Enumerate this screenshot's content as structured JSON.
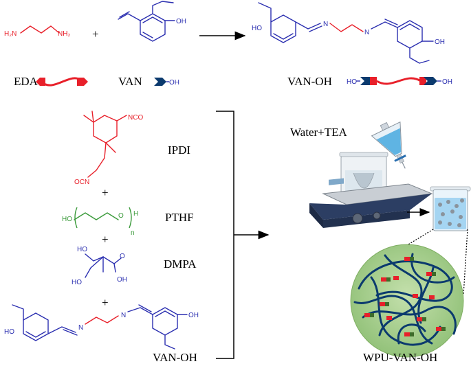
{
  "colors": {
    "red": "#e8202a",
    "blue": "#2b2fb0",
    "green": "#3a9a3a",
    "navy": "#0b3a6e",
    "gel": "#a8d08d",
    "black": "#000000"
  },
  "top": {
    "eda_amine_left": "H₂N",
    "eda_amine_right": "NH₂",
    "plus": "+",
    "van_oh": "OH",
    "product_oh_left": "HO",
    "product_oh_right": "OH",
    "imine_n1": "N",
    "imine_n2": "N",
    "eda_label": "EDA",
    "van_label": "VAN",
    "van_icon_oh": "OH",
    "product_label": "VAN-OH",
    "product_icon_ho": "HO",
    "product_icon_oh": "OH"
  },
  "left": {
    "ipdi_nco_top": "NCO",
    "ipdi_nco_bottom": "OCN",
    "ipdi_label": "IPDI",
    "plus_1": "+",
    "pthf_ho": "HO",
    "pthf_o": "O",
    "pthf_h": "H",
    "pthf_n": "n",
    "pthf_label": "PTHF",
    "plus_2": "+",
    "dmpa_ho_top": "HO",
    "dmpa_o": "O",
    "dmpa_oh": "OH",
    "dmpa_ho_bottom": "HO",
    "dmpa_label": "DMPA",
    "plus_3": "+",
    "vanoh_ho": "HO",
    "vanoh_oh": "OH",
    "vanoh_n1": "N",
    "vanoh_n2": "N",
    "vanoh_label": "VAN-OH"
  },
  "right": {
    "solvent_label": "Water+TEA",
    "product_label": "WPU-VAN-OH"
  }
}
